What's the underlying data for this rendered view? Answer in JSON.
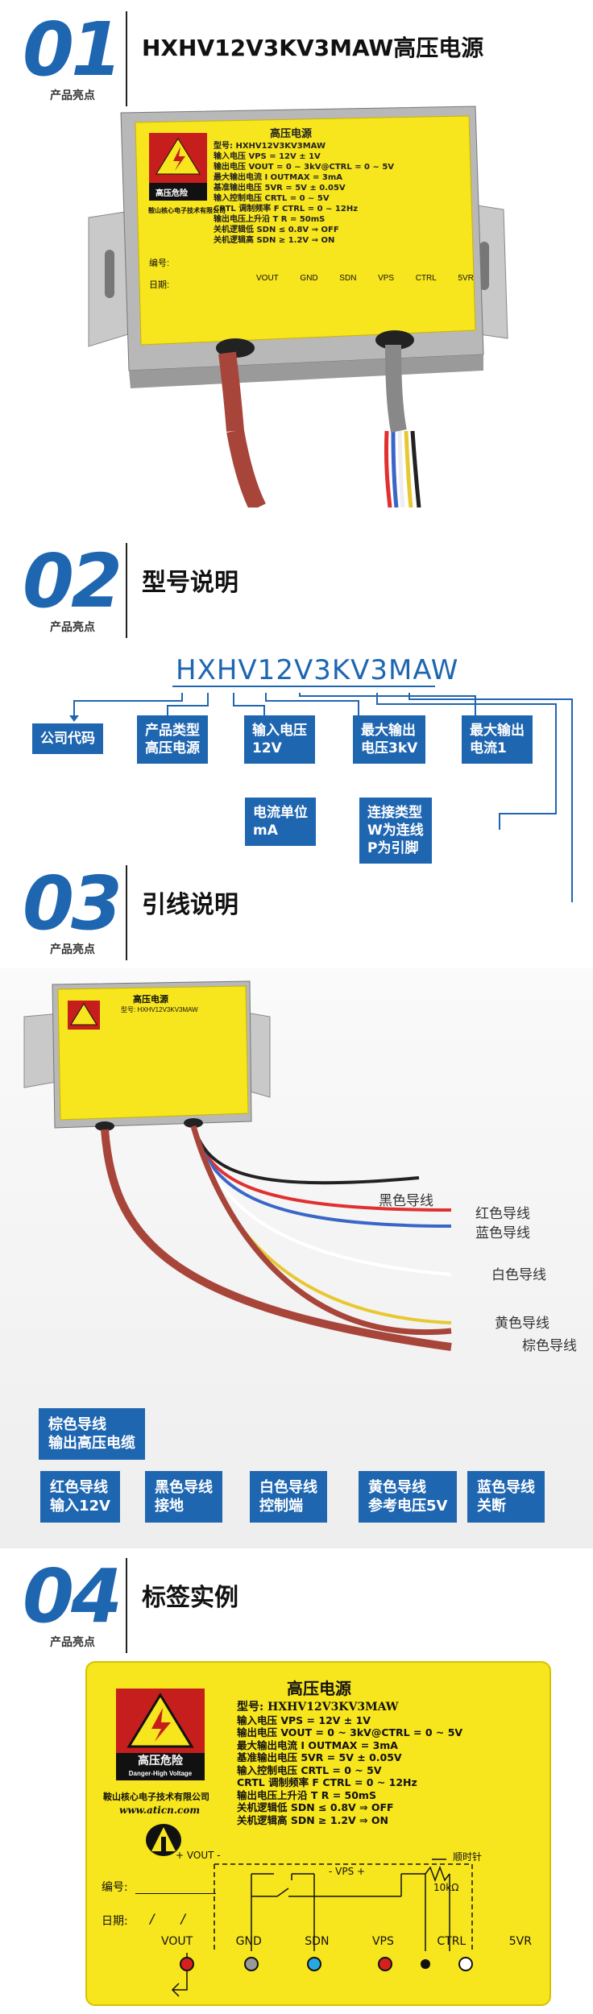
{
  "sections": [
    {
      "num": "01",
      "sub": "产品亮点",
      "title": "HXHV12V3KV3MAW高压电源"
    },
    {
      "num": "02",
      "sub": "产品亮点",
      "title": "型号说明"
    },
    {
      "num": "03",
      "sub": "产品亮点",
      "title": "引线说明"
    },
    {
      "num": "04",
      "sub": "产品亮点",
      "title": "标签实例"
    }
  ],
  "label": {
    "heading": "高压电源",
    "model_line": "型号: HXHV12V3KV3MAW",
    "specs": [
      "输入电压 VPS = 12V ± 1V",
      "输出电压 VOUT = 0 ~ 3kV@CTRL = 0 ~ 5V",
      "最大输出电流 I OUTMAX = 3mA",
      "基准输出电压 5VR = 5V ± 0.05V",
      "输入控制电压 CRTL = 0 ~ 5V",
      "CRTL 调制频率 F CTRL = 0 ~ 12Hz",
      "输出电压上升沿 T R = 50mS",
      "关机逻辑低 SDN ≤ 0.8V ⇒ OFF",
      "关机逻辑高 SDN ≥ 1.2V ⇒ ON"
    ],
    "danger_cn": "高压危险",
    "danger_en": "Danger-High Voltage",
    "company": "鞍山核心电子技术有限公司",
    "url": "www.aticn.com",
    "serial_label": "编号:",
    "date_label": "日期:",
    "date_fill": "/ /",
    "vout_top": "+ VOUT -",
    "vps_top": "- VPS +",
    "cw": "顺时针",
    "pot": "10kΩ",
    "pins": [
      "VOUT",
      "GND",
      "SDN",
      "VPS",
      "CTRL",
      "5VR"
    ]
  },
  "model": {
    "code": "HXHV12V3KV3MAW",
    "boxes": [
      "公司代码",
      "产品类型\n高压电源",
      "输入电压\n12V",
      "最大输出\n电压3kV",
      "最大输出\n电流1",
      "电流单位\nmA",
      "连接类型\nW为连线\nP为引脚"
    ]
  },
  "wires": {
    "labels": [
      "黑色导线",
      "红色导线",
      "蓝色导线",
      "白色导线",
      "黄色导线",
      "棕色导线"
    ],
    "boxes": [
      "棕色导线\n输出高压电缆",
      "红色导线\n输入12V",
      "黑色导线\n接地",
      "白色导线\n控制端",
      "黄色导线\n参考电压5V",
      "蓝色导线\n关断"
    ]
  },
  "colors": {
    "accent": "#1f66b1",
    "label_yellow": "#f7e51d",
    "wire_brown": "#a8453a"
  }
}
